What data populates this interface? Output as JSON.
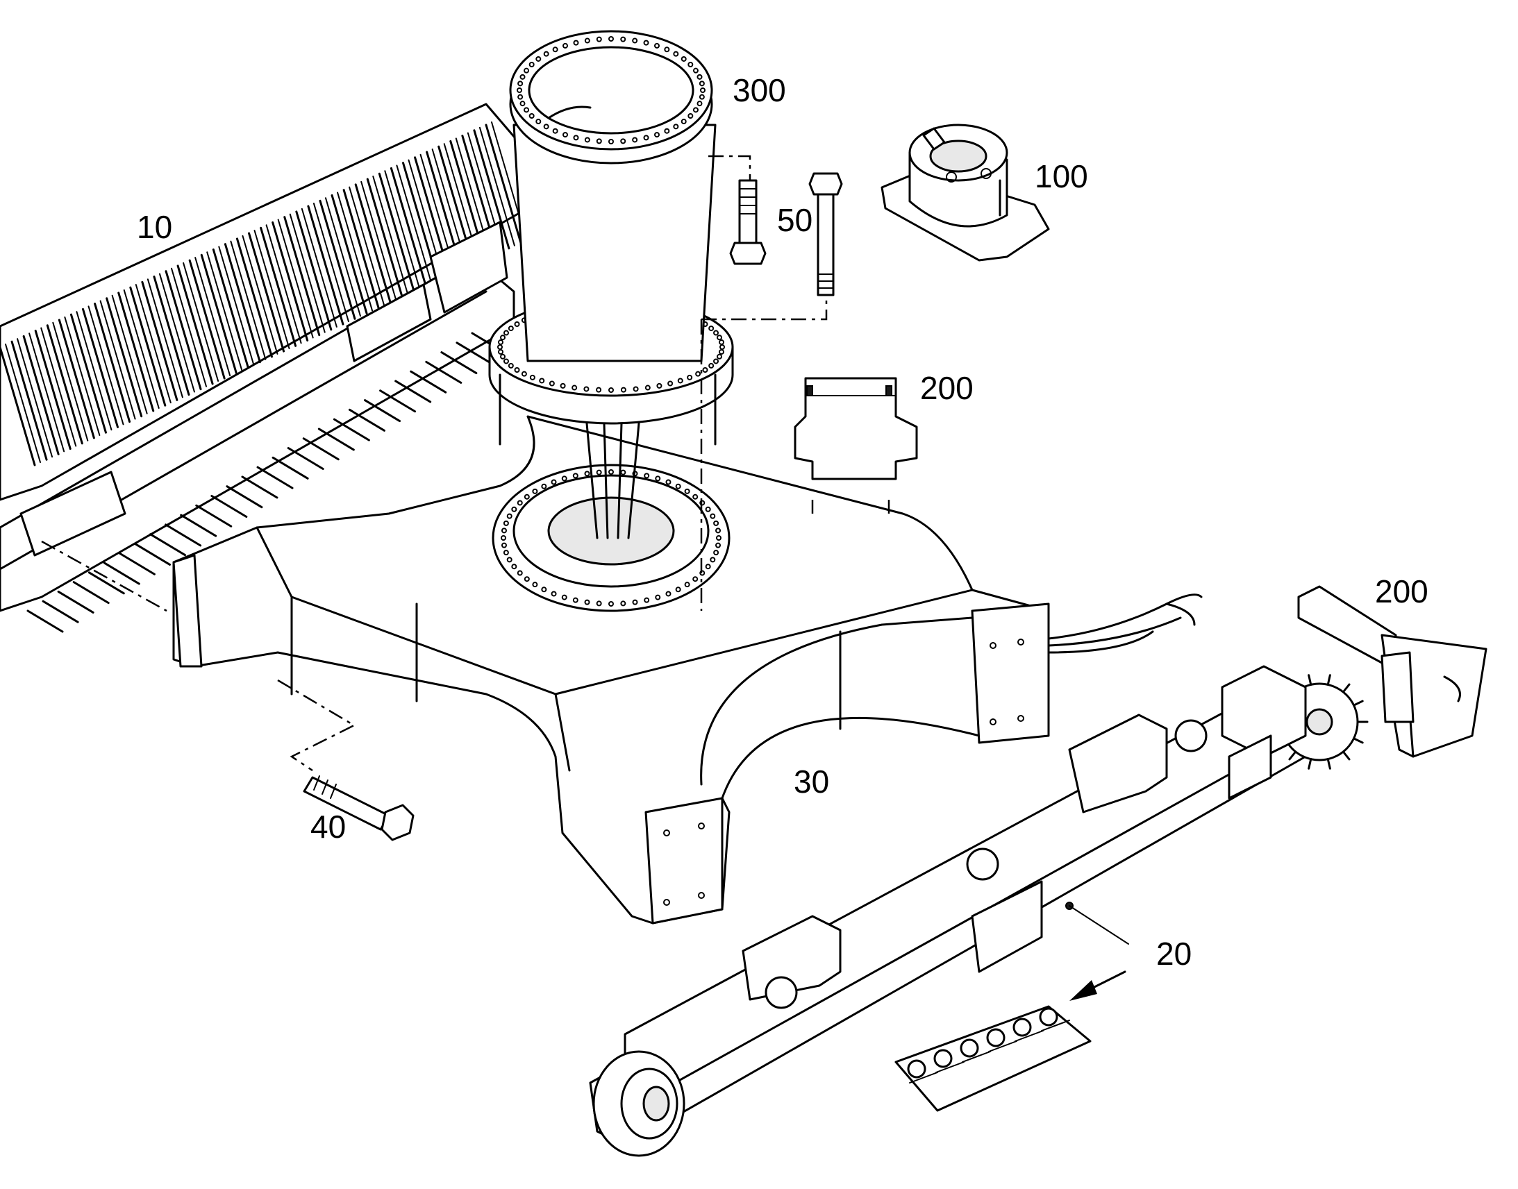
{
  "diagram": {
    "callouts": {
      "track_left": "10",
      "track_frame_right": "20",
      "car_body": "30",
      "bolt_side": "40",
      "bolt_top": "50",
      "slewing_ring_drive": "100",
      "cover_upper": "200",
      "cover_right": "200",
      "center_column": "300"
    }
  }
}
